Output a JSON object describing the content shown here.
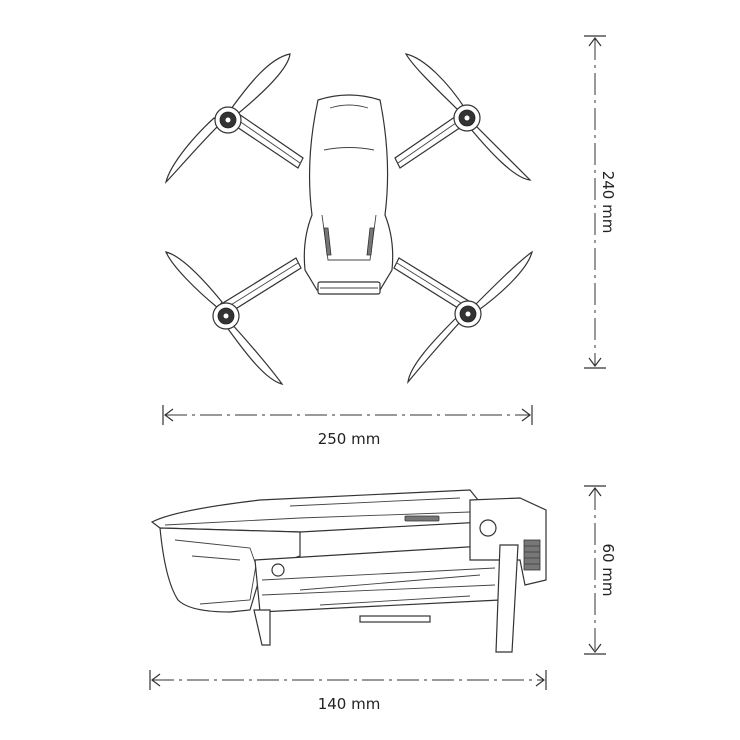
{
  "dimensions": {
    "top_view_width": "250 mm",
    "top_view_height": "240 mm",
    "side_view_length": "140 mm",
    "side_view_height": "60 mm"
  },
  "colors": {
    "line": "#333333",
    "shade": "#777777",
    "background": "#ffffff"
  }
}
